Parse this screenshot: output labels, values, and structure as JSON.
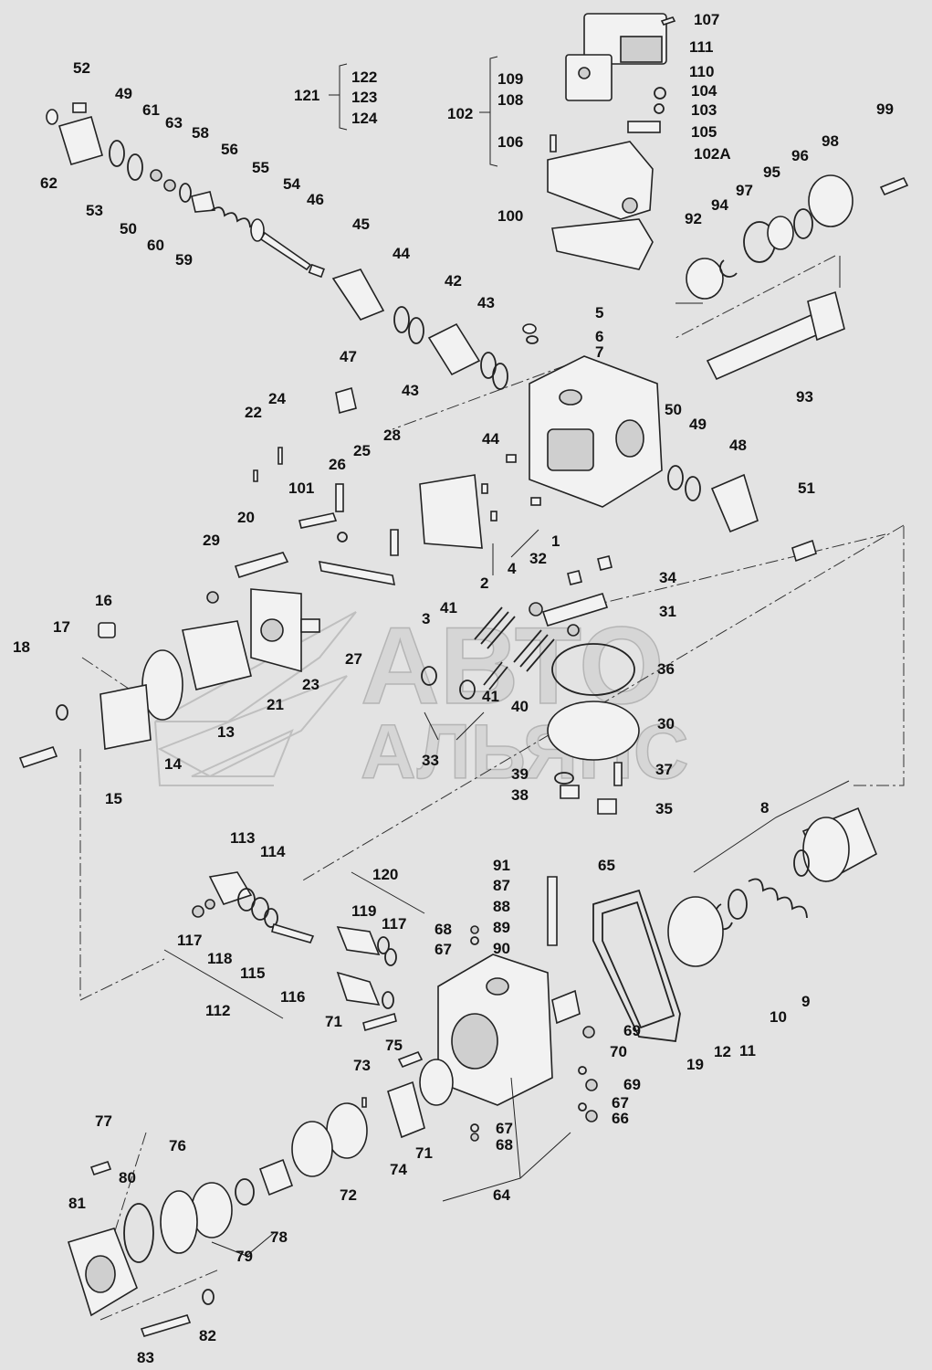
{
  "watermark": {
    "line1": "АВТО",
    "line2": "АЛЬЯНС"
  },
  "labels": [
    "107",
    "111",
    "110",
    "104",
    "103",
    "105",
    "102A",
    "109",
    "108",
    "102",
    "106",
    "100",
    "122",
    "123",
    "124",
    "121",
    "99",
    "98",
    "96",
    "95",
    "97",
    "94",
    "92",
    "93",
    "52",
    "49",
    "61",
    "63",
    "58",
    "56",
    "55",
    "54",
    "46",
    "45",
    "62",
    "53",
    "50",
    "60",
    "59",
    "44",
    "42",
    "43",
    "43",
    "44",
    "5",
    "6",
    "7",
    "47",
    "22",
    "24",
    "28",
    "26",
    "25",
    "101",
    "1",
    "2",
    "3",
    "4",
    "50",
    "49",
    "48",
    "51",
    "20",
    "29",
    "32",
    "34",
    "31",
    "36",
    "30",
    "41",
    "41",
    "40",
    "33",
    "27",
    "23",
    "21",
    "16",
    "17",
    "18",
    "13",
    "14",
    "15",
    "39",
    "37",
    "38",
    "35",
    "8",
    "9",
    "10",
    "11",
    "12",
    "19",
    "113",
    "114",
    "117",
    "118",
    "115",
    "116",
    "112",
    "120",
    "119",
    "117",
    "91",
    "87",
    "88",
    "89",
    "90",
    "68",
    "67",
    "65",
    "71",
    "75",
    "73",
    "74",
    "71",
    "69",
    "70",
    "69",
    "67",
    "66",
    "67",
    "68",
    "64",
    "72",
    "77",
    "76",
    "80",
    "81",
    "79",
    "78",
    "83",
    "82"
  ]
}
